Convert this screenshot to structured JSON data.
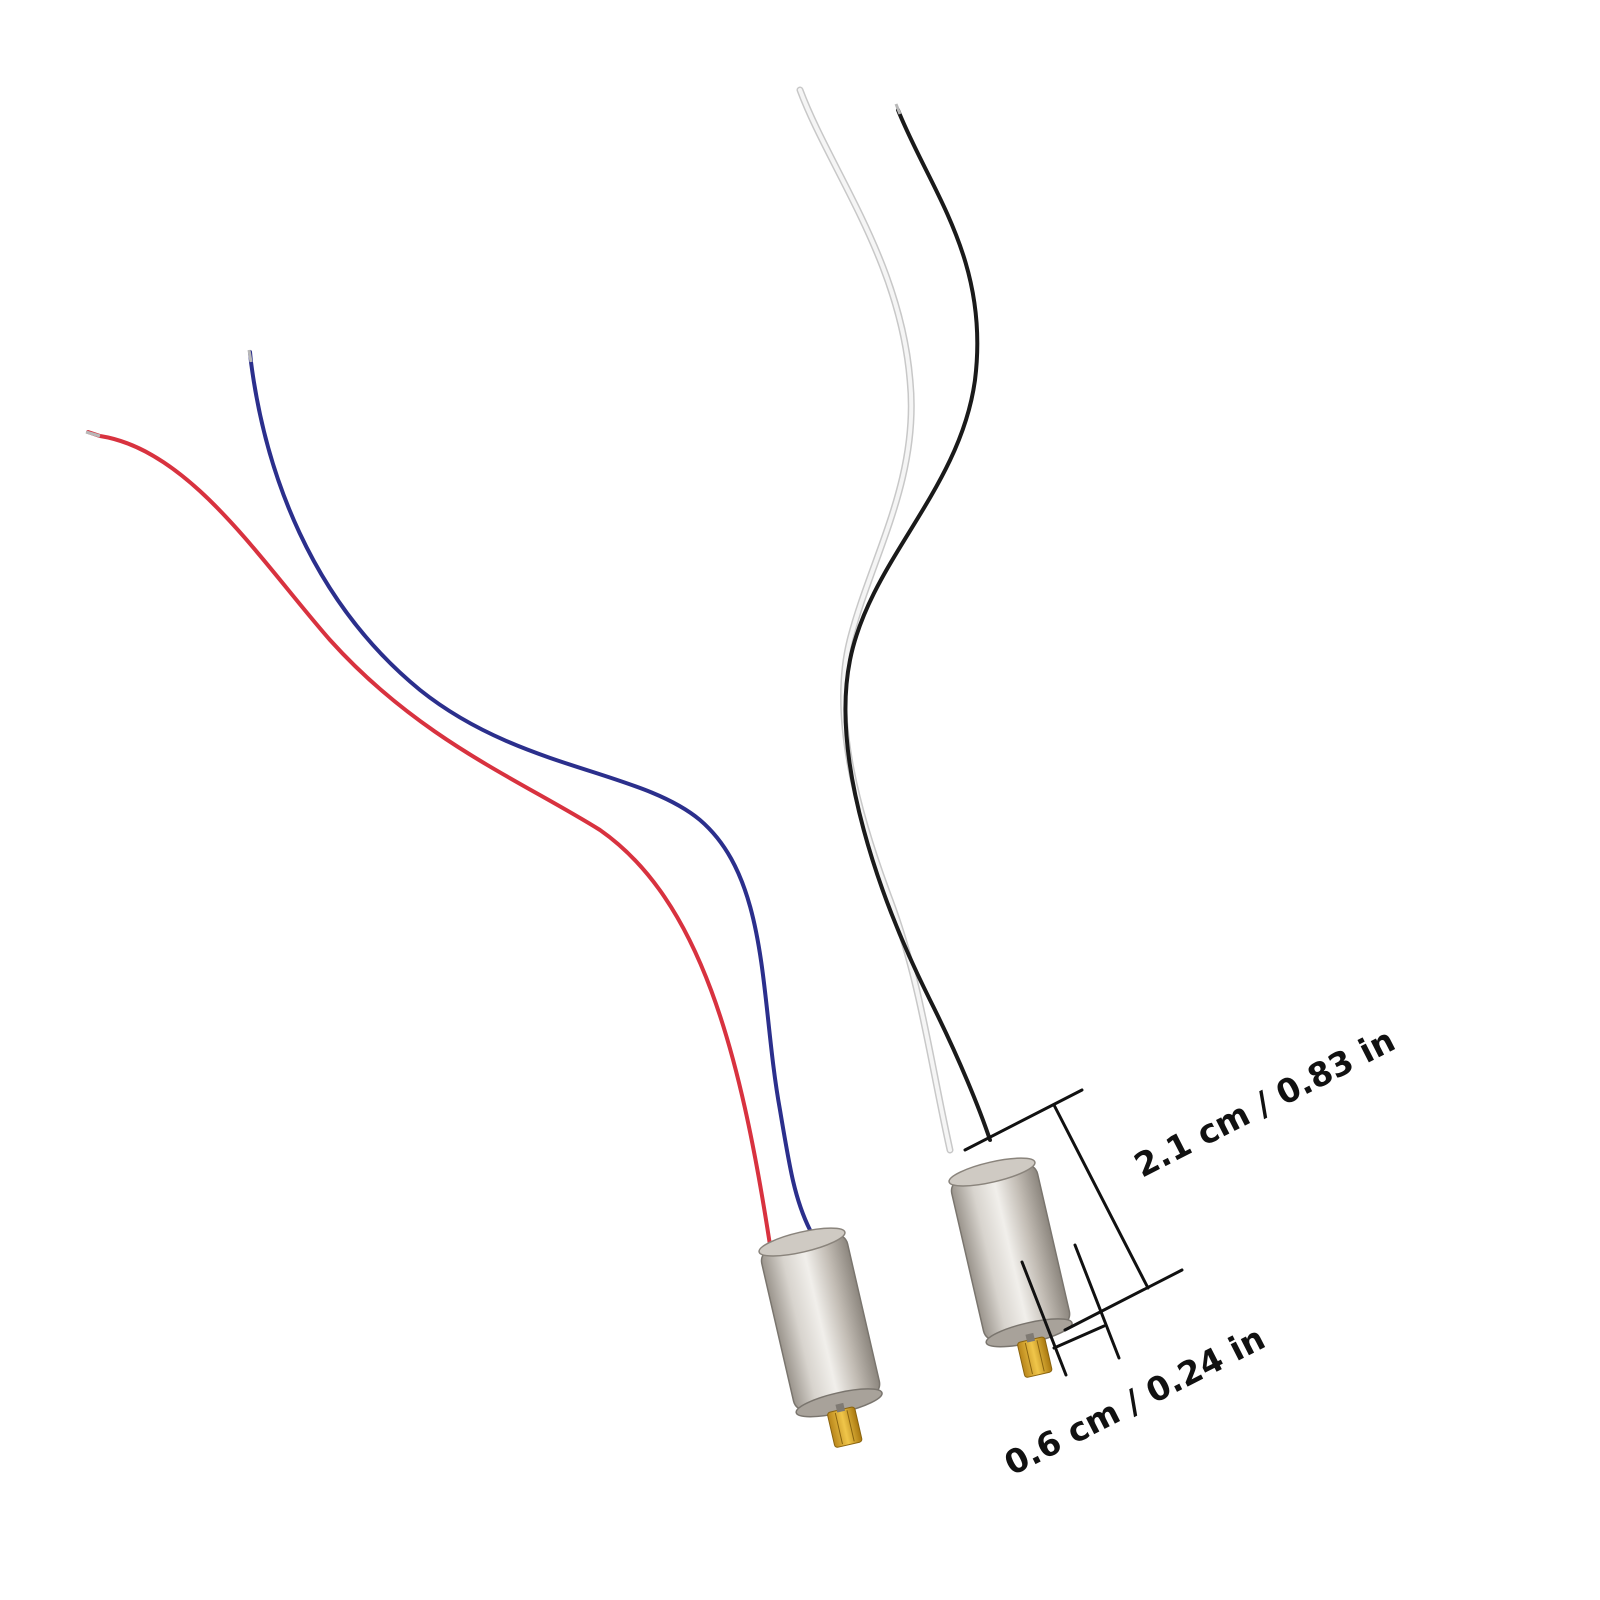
{
  "image": {
    "background": "#ffffff",
    "subject": "two small coreless DC motors with lead wires"
  },
  "motors": [
    {
      "id": "motor-left",
      "wire_colors": [
        "#d8323f",
        "#2b2f8c"
      ],
      "body_color": "#c9c4bd",
      "gear_color": "#d9a520"
    },
    {
      "id": "motor-right",
      "wire_colors": [
        "#f3f3f3",
        "#1a1a1a"
      ],
      "body_color": "#c9c4bd",
      "gear_color": "#d9a520"
    }
  ],
  "dimensions": {
    "length_label": "2.1 cm / 0.83 in",
    "diameter_label": "0.6 cm / 0.24 in",
    "line_color": "#111111"
  }
}
